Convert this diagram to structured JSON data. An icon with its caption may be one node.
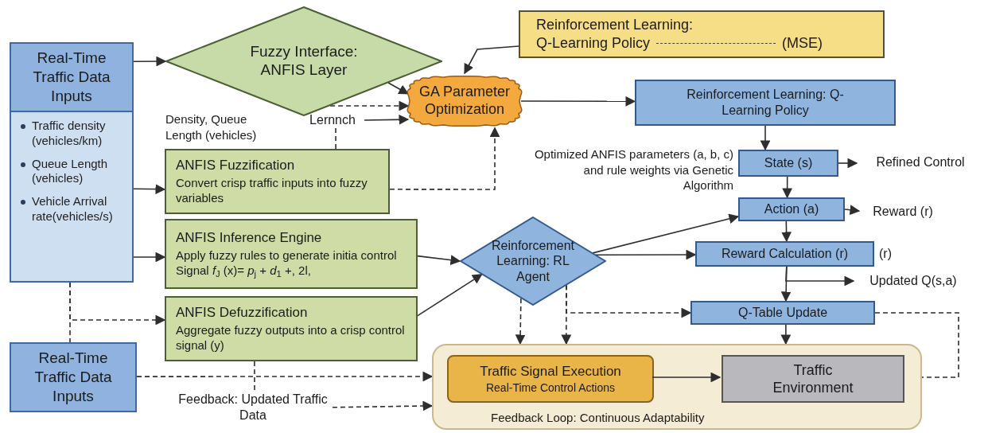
{
  "diagram": {
    "nodes": [
      {
        "text": [
          "Real-Time Traffic Data Inputs",
          "Traffic density (vehicles/km)",
          "Queue Length (vehicles)",
          "Vehicle Arrival rate(vehicles/s)"
        ]
      },
      {
        "text": [
          "Fuzzy Interface: ANFIS Layer"
        ]
      },
      {
        "text": [
          "Reinforcement Learning:",
          "Q-Learning Policy",
          "(MSE)"
        ]
      },
      {
        "text": [
          "GA Parameter Optimization"
        ]
      },
      {
        "text": [
          "Reinforcement Learning: Q-Learning Policy"
        ]
      },
      {
        "text": [
          "Lernnch"
        ]
      },
      {
        "text": [
          "ANFIS Fuzzification",
          "Convert crisp traffic inputs into fuzzy variables"
        ]
      },
      {
        "text": [
          "State (s)"
        ]
      },
      {
        "text": [
          "Refined Control"
        ]
      },
      {
        "text": [
          "Action (a)"
        ]
      },
      {
        "text": [
          "Reward (r)"
        ]
      },
      {
        "text": [
          "ANFIS Inference Engine",
          "Apply fuzzy rules to generate initia control Signal *f*$_{J}$ (x)= *p*$_{j}$ + *d*$_{1}$ +, 2l,"
        ]
      },
      {
        "text": [
          "Reinforcement Learning: RL Agent"
        ]
      },
      {
        "text": [
          "Reward Calculation (r)"
        ],
        "beside": [
          "(r)"
        ]
      },
      {
        "text": [
          "Updated Q(s,a)"
        ]
      },
      {
        "text": [
          "ANFIS Defuzzification",
          "Aggregate fuzzy outputs into a crisp control signal (y)"
        ]
      },
      {
        "text": [
          "Q-Table Update"
        ]
      },
      {
        "text": [
          "Real-Time Traffic Data Inputs"
        ]
      },
      {
        "text": [
          "Feedback Loop: Continuous Adaptability"
        ]
      },
      {
        "text": [
          "Traffic Signal Execution",
          "Real-Time Control Actions"
        ],
        "in": 18
      },
      {
        "text": [
          "Traffic Environment"
        ],
        "in": 18
      },
      {
        "text": [
          "Feedback: Updated Traffic Data"
        ]
      }
    ],
    "edges": [
      {
        "from": 0,
        "to": 1,
        "arrow": "to"
      },
      {
        "from": 1,
        "to": 3,
        "arrow": "to"
      },
      {
        "from": 2,
        "to": 3,
        "arrow": "to"
      },
      {
        "from": 1,
        "to": 3,
        "arrow": "to",
        "style": "dashed"
      },
      {
        "from": 5,
        "to": 3,
        "arrow": "to"
      },
      {
        "from": 6,
        "to": 5,
        "arrow": "none",
        "style": "dashed"
      },
      {
        "from": 6,
        "to": 3,
        "arrow": "to",
        "style": "dashed"
      },
      {
        "from": 0,
        "to": 6,
        "arrow": "to"
      },
      {
        "from": 3,
        "to": 4,
        "arrow": "to"
      },
      {
        "from": 4,
        "to": 7,
        "arrow": "to"
      },
      {
        "from": 7,
        "to": 8,
        "arrow": "to"
      },
      {
        "from": 7,
        "to": 9,
        "arrow": "to"
      },
      {
        "from": 9,
        "to": 10,
        "arrow": "to"
      },
      {
        "from": 9,
        "to": 13,
        "arrow": "to"
      },
      {
        "from": 0,
        "to": 11,
        "arrow": "to"
      },
      {
        "from": 11,
        "to": 12,
        "arrow": "to"
      },
      {
        "from": 15,
        "to": 12,
        "arrow": "to"
      },
      {
        "from": 12,
        "to": 9,
        "arrow": "to"
      },
      {
        "from": 12,
        "to": 13,
        "arrow": "to"
      },
      {
        "from": 13,
        "to": 16,
        "arrow": "to"
      },
      {
        "from": 13,
        "to": 14,
        "arrow": "to"
      },
      {
        "from": 12,
        "to": 18,
        "arrow": "to",
        "style": "dashed"
      },
      {
        "from": 12,
        "to": 18,
        "arrow": "to",
        "style": "dashed"
      },
      {
        "from": 12,
        "to": 16,
        "arrow": "to",
        "style": "dashed"
      },
      {
        "from": 16,
        "to": 18,
        "arrow": "to"
      },
      {
        "from": 16,
        "to": 20,
        "arrow": "none",
        "style": "dashed"
      },
      {
        "from": 19,
        "to": 20,
        "arrow": "to"
      },
      {
        "from": 0,
        "to": 15,
        "arrow": "to",
        "style": "dashed"
      },
      {
        "from": 0,
        "to": 17,
        "arrow": "none",
        "style": "dashed"
      },
      {
        "from": 17,
        "to": 18,
        "arrow": "to",
        "style": "dashed"
      },
      {
        "from": 15,
        "to": 21,
        "arrow": "none",
        "style": "dashed"
      },
      {
        "from": 21,
        "to": 18,
        "arrow": "to",
        "style": "dashed"
      }
    ],
    "labels": [
      "Density, Queue Length (vehicles)",
      "Optimized ANFIS parameters (a, b, c) and rule weights via Genetic Algorithm"
    ]
  }
}
